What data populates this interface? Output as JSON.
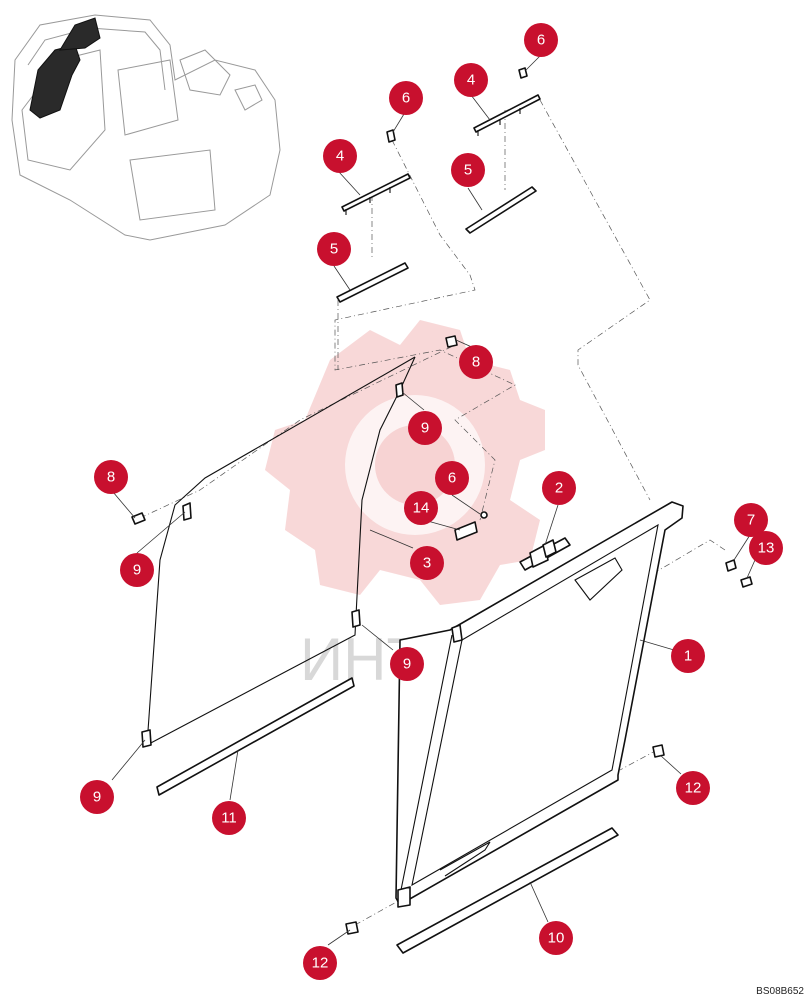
{
  "drawing_code": "BS08B652",
  "watermark_text": "ИНТЕХ",
  "callouts": [
    "6",
    "4",
    "5",
    "6",
    "4",
    "5",
    "8",
    "9",
    "8",
    "9",
    "6",
    "14",
    "2",
    "3",
    "7",
    "13",
    "1",
    "9",
    "9",
    "12",
    "11",
    "10",
    "12"
  ],
  "colors": {
    "callout": "#c8102e",
    "watermark": "#f2b8b8"
  }
}
